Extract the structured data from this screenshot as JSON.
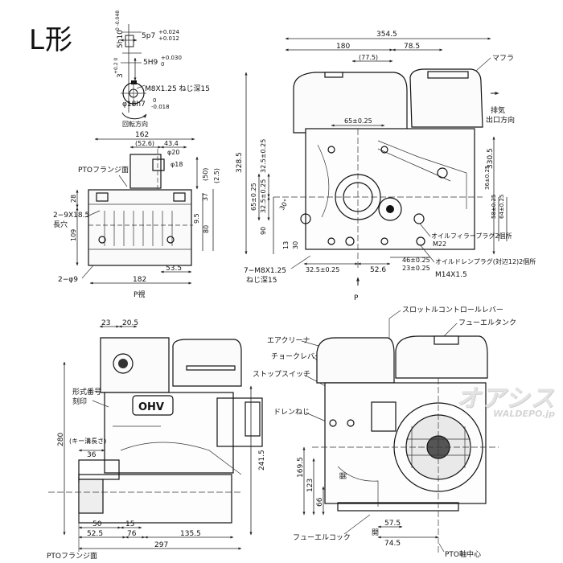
{
  "title": "L形",
  "shaft_detail": {
    "key_width": "5h10",
    "key_width_tol": "0\n-0.048",
    "key_depth": "5p7",
    "key_depth_tol": "+0.024\n+0.012",
    "keyway_width": "5H9",
    "keyway_width_tol": "+0.030\n0",
    "keyway_depth": "3",
    "keyway_depth_tol": "+0.2\n0",
    "tap": "M8X1.25 ねじ深15",
    "shaft_dia": "φ18h7",
    "shaft_dia_tol": "0\n-0.018",
    "rotation": "回転方向"
  },
  "pto_view": {
    "w_162": "162",
    "w_52_6": "(52.6)",
    "w_43_4": "43.4",
    "d_20": "φ20",
    "d_18": "φ18",
    "flange_face": "PTOフランジ面",
    "h_50": "(50)",
    "h_2_5": "(2.5)",
    "h_37": "37",
    "h_28": "28",
    "h_9_5": "9.5",
    "h_80": "80",
    "h_109": "109",
    "slot": "2−9X18.5",
    "slot_note": "長穴",
    "w_53_5": "53.5",
    "holes": "2−φ9",
    "w_182": "182",
    "p_view": "P視"
  },
  "top_view": {
    "w_354_5": "354.5",
    "w_180": "180",
    "w_77_5": "(77.5)",
    "w_78_5": "78.5",
    "muffler": "マフラ",
    "exhaust": "排気\n出口方向",
    "h_328_5": "328.5",
    "h_330_5": "330.5",
    "d_65": "65±0.25",
    "d_32_5a": "32.5±0.25",
    "d_65b": "65±0.25",
    "d_32_5b": "32.5±0.25",
    "d_36": "36±0.25",
    "d_58": "58±0.25",
    "d_64": "64±0.25",
    "ang_30": "30°",
    "h_90": "90",
    "h_13": "13",
    "h_30": "30",
    "oil_filler": "オイルフィラープラグ2個所",
    "m22": "M22",
    "taps": "7−M8X1.25",
    "taps_depth": "ねじ深15",
    "d_32_5c": "32.5±0.25",
    "w_52_6": "52.6",
    "d_46": "46±0.25",
    "d_23": "23±0.25",
    "oil_drain": "オイルドレンプラグ(対辺12)2個所",
    "m14": "M14X1.5",
    "p_label": "P"
  },
  "side_view": {
    "w_23": "23",
    "w_20_5": "20.5",
    "model_label": "形式番号",
    "model_label2": "刻印",
    "key_len": "(キー溝長さ)",
    "w_36": "36",
    "h_280": "280",
    "h_241_5": "241.5",
    "ohv": "OHV",
    "w_50": "50",
    "w_15": "15",
    "w_52_5": "52.5",
    "w_76": "76",
    "w_135_5": "135.5",
    "w_297": "297",
    "flange_face": "PTOフランジ面"
  },
  "front_view": {
    "throttle": "スロットルコントロールレバー",
    "fuel_tank": "フューエルタンク",
    "air_cleaner": "エアクリーナ",
    "choke": "チョークレバー",
    "stop_switch": "ストップスイッチ",
    "drain": "ドレンねじ",
    "h_169_5": "169.5",
    "h_123": "123",
    "h_66": "66",
    "open1": "開",
    "open2": "開",
    "fuel_cock": "フューエルコック",
    "w_57_5": "57.5",
    "w_74_5": "74.5",
    "pto_center": "PTO軸中心"
  },
  "watermark": {
    "main": "オアシス",
    "sub": "WALDEPO.jp"
  }
}
